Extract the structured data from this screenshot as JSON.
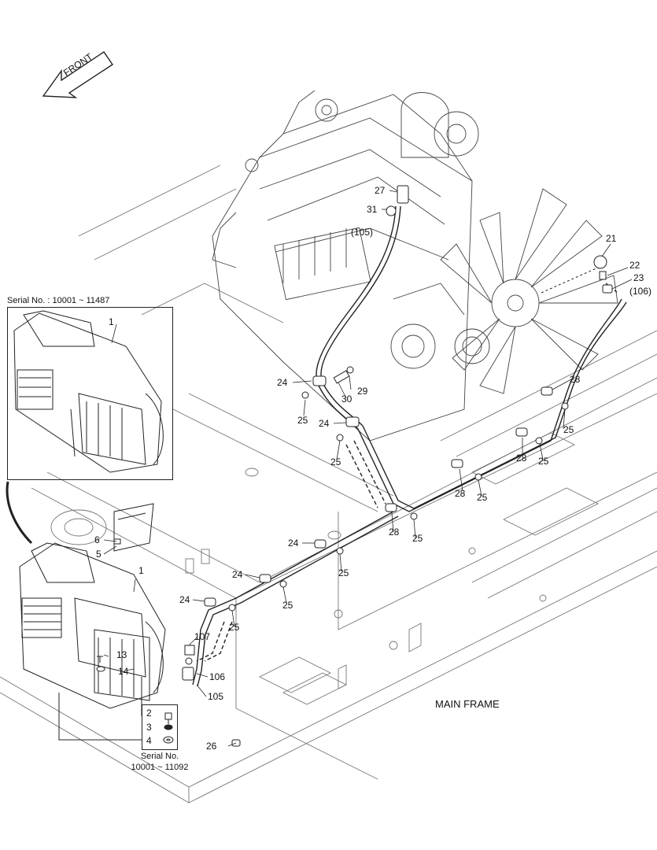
{
  "front_arrow": {
    "label": "FRONT"
  },
  "inset_top": {
    "serial_label": "Serial No. : 10001 ~ 11487",
    "part_label": "1"
  },
  "inset_bottom": {
    "serial_line1": "Serial No.",
    "serial_line2": "10001 ~ 11092"
  },
  "frame_label": "MAIN FRAME",
  "callouts": [
    {
      "id": "c27",
      "text": "27"
    },
    {
      "id": "c31",
      "text": "31"
    },
    {
      "id": "c105a",
      "text": "(105)"
    },
    {
      "id": "c21",
      "text": "21"
    },
    {
      "id": "c22",
      "text": "22"
    },
    {
      "id": "c23",
      "text": "23"
    },
    {
      "id": "c106a",
      "text": "(106)"
    },
    {
      "id": "c24a",
      "text": "24"
    },
    {
      "id": "c29",
      "text": "29"
    },
    {
      "id": "c30",
      "text": "30"
    },
    {
      "id": "c25a",
      "text": "25"
    },
    {
      "id": "c24b",
      "text": "24"
    },
    {
      "id": "c25b",
      "text": "25"
    },
    {
      "id": "c28a",
      "text": "28"
    },
    {
      "id": "c25c",
      "text": "25"
    },
    {
      "id": "c28b",
      "text": "28"
    },
    {
      "id": "c25d",
      "text": "25"
    },
    {
      "id": "c28c",
      "text": "28"
    },
    {
      "id": "c25e",
      "text": "25"
    },
    {
      "id": "c28d",
      "text": "28"
    },
    {
      "id": "c25f",
      "text": "25"
    },
    {
      "id": "c24c",
      "text": "24"
    },
    {
      "id": "c25g",
      "text": "25"
    },
    {
      "id": "c24d",
      "text": "24"
    },
    {
      "id": "c25h",
      "text": "25"
    },
    {
      "id": "c24e",
      "text": "24"
    },
    {
      "id": "c25i",
      "text": "25"
    },
    {
      "id": "c6",
      "text": "6"
    },
    {
      "id": "c5",
      "text": "5"
    },
    {
      "id": "c1b",
      "text": "1"
    },
    {
      "id": "c107",
      "text": "107"
    },
    {
      "id": "c13",
      "text": "13"
    },
    {
      "id": "c14",
      "text": "14"
    },
    {
      "id": "c106b",
      "text": "106"
    },
    {
      "id": "c105b",
      "text": "105"
    },
    {
      "id": "c2",
      "text": "2"
    },
    {
      "id": "c3",
      "text": "3"
    },
    {
      "id": "c4",
      "text": "4"
    },
    {
      "id": "c26",
      "text": "26"
    }
  ]
}
